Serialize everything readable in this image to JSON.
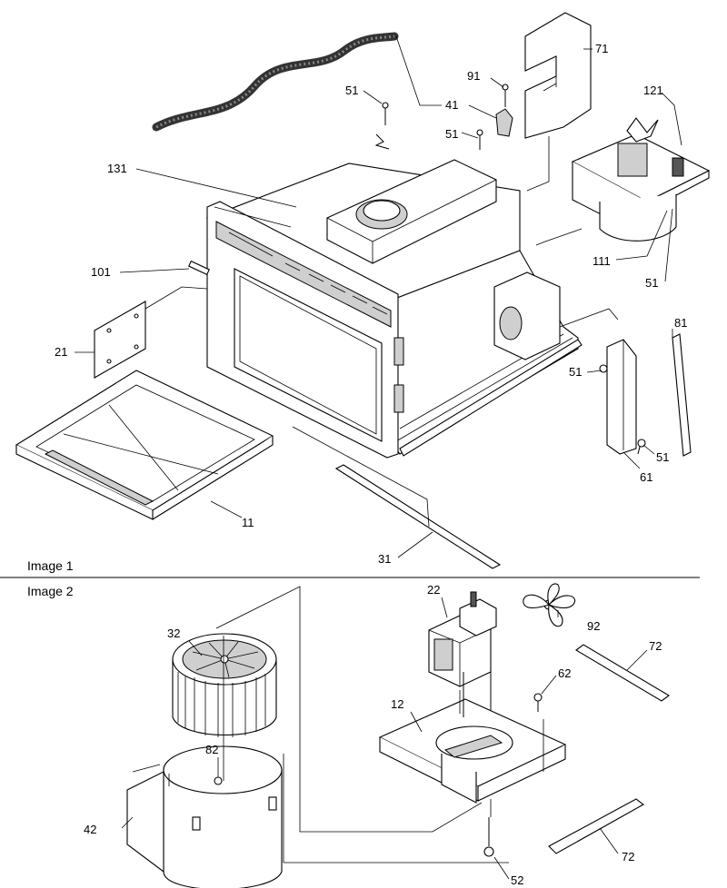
{
  "panels": [
    {
      "caption": "Image 1"
    },
    {
      "caption": "Image 2"
    }
  ],
  "callouts": [
    "71",
    "91",
    "41",
    "51",
    "121",
    "131",
    "51",
    "101",
    "111",
    "51",
    "21",
    "81",
    "51",
    "51",
    "61",
    "11",
    "31",
    "22",
    "92",
    "32",
    "72",
    "62",
    "12",
    "82",
    "42",
    "72",
    "52"
  ]
}
